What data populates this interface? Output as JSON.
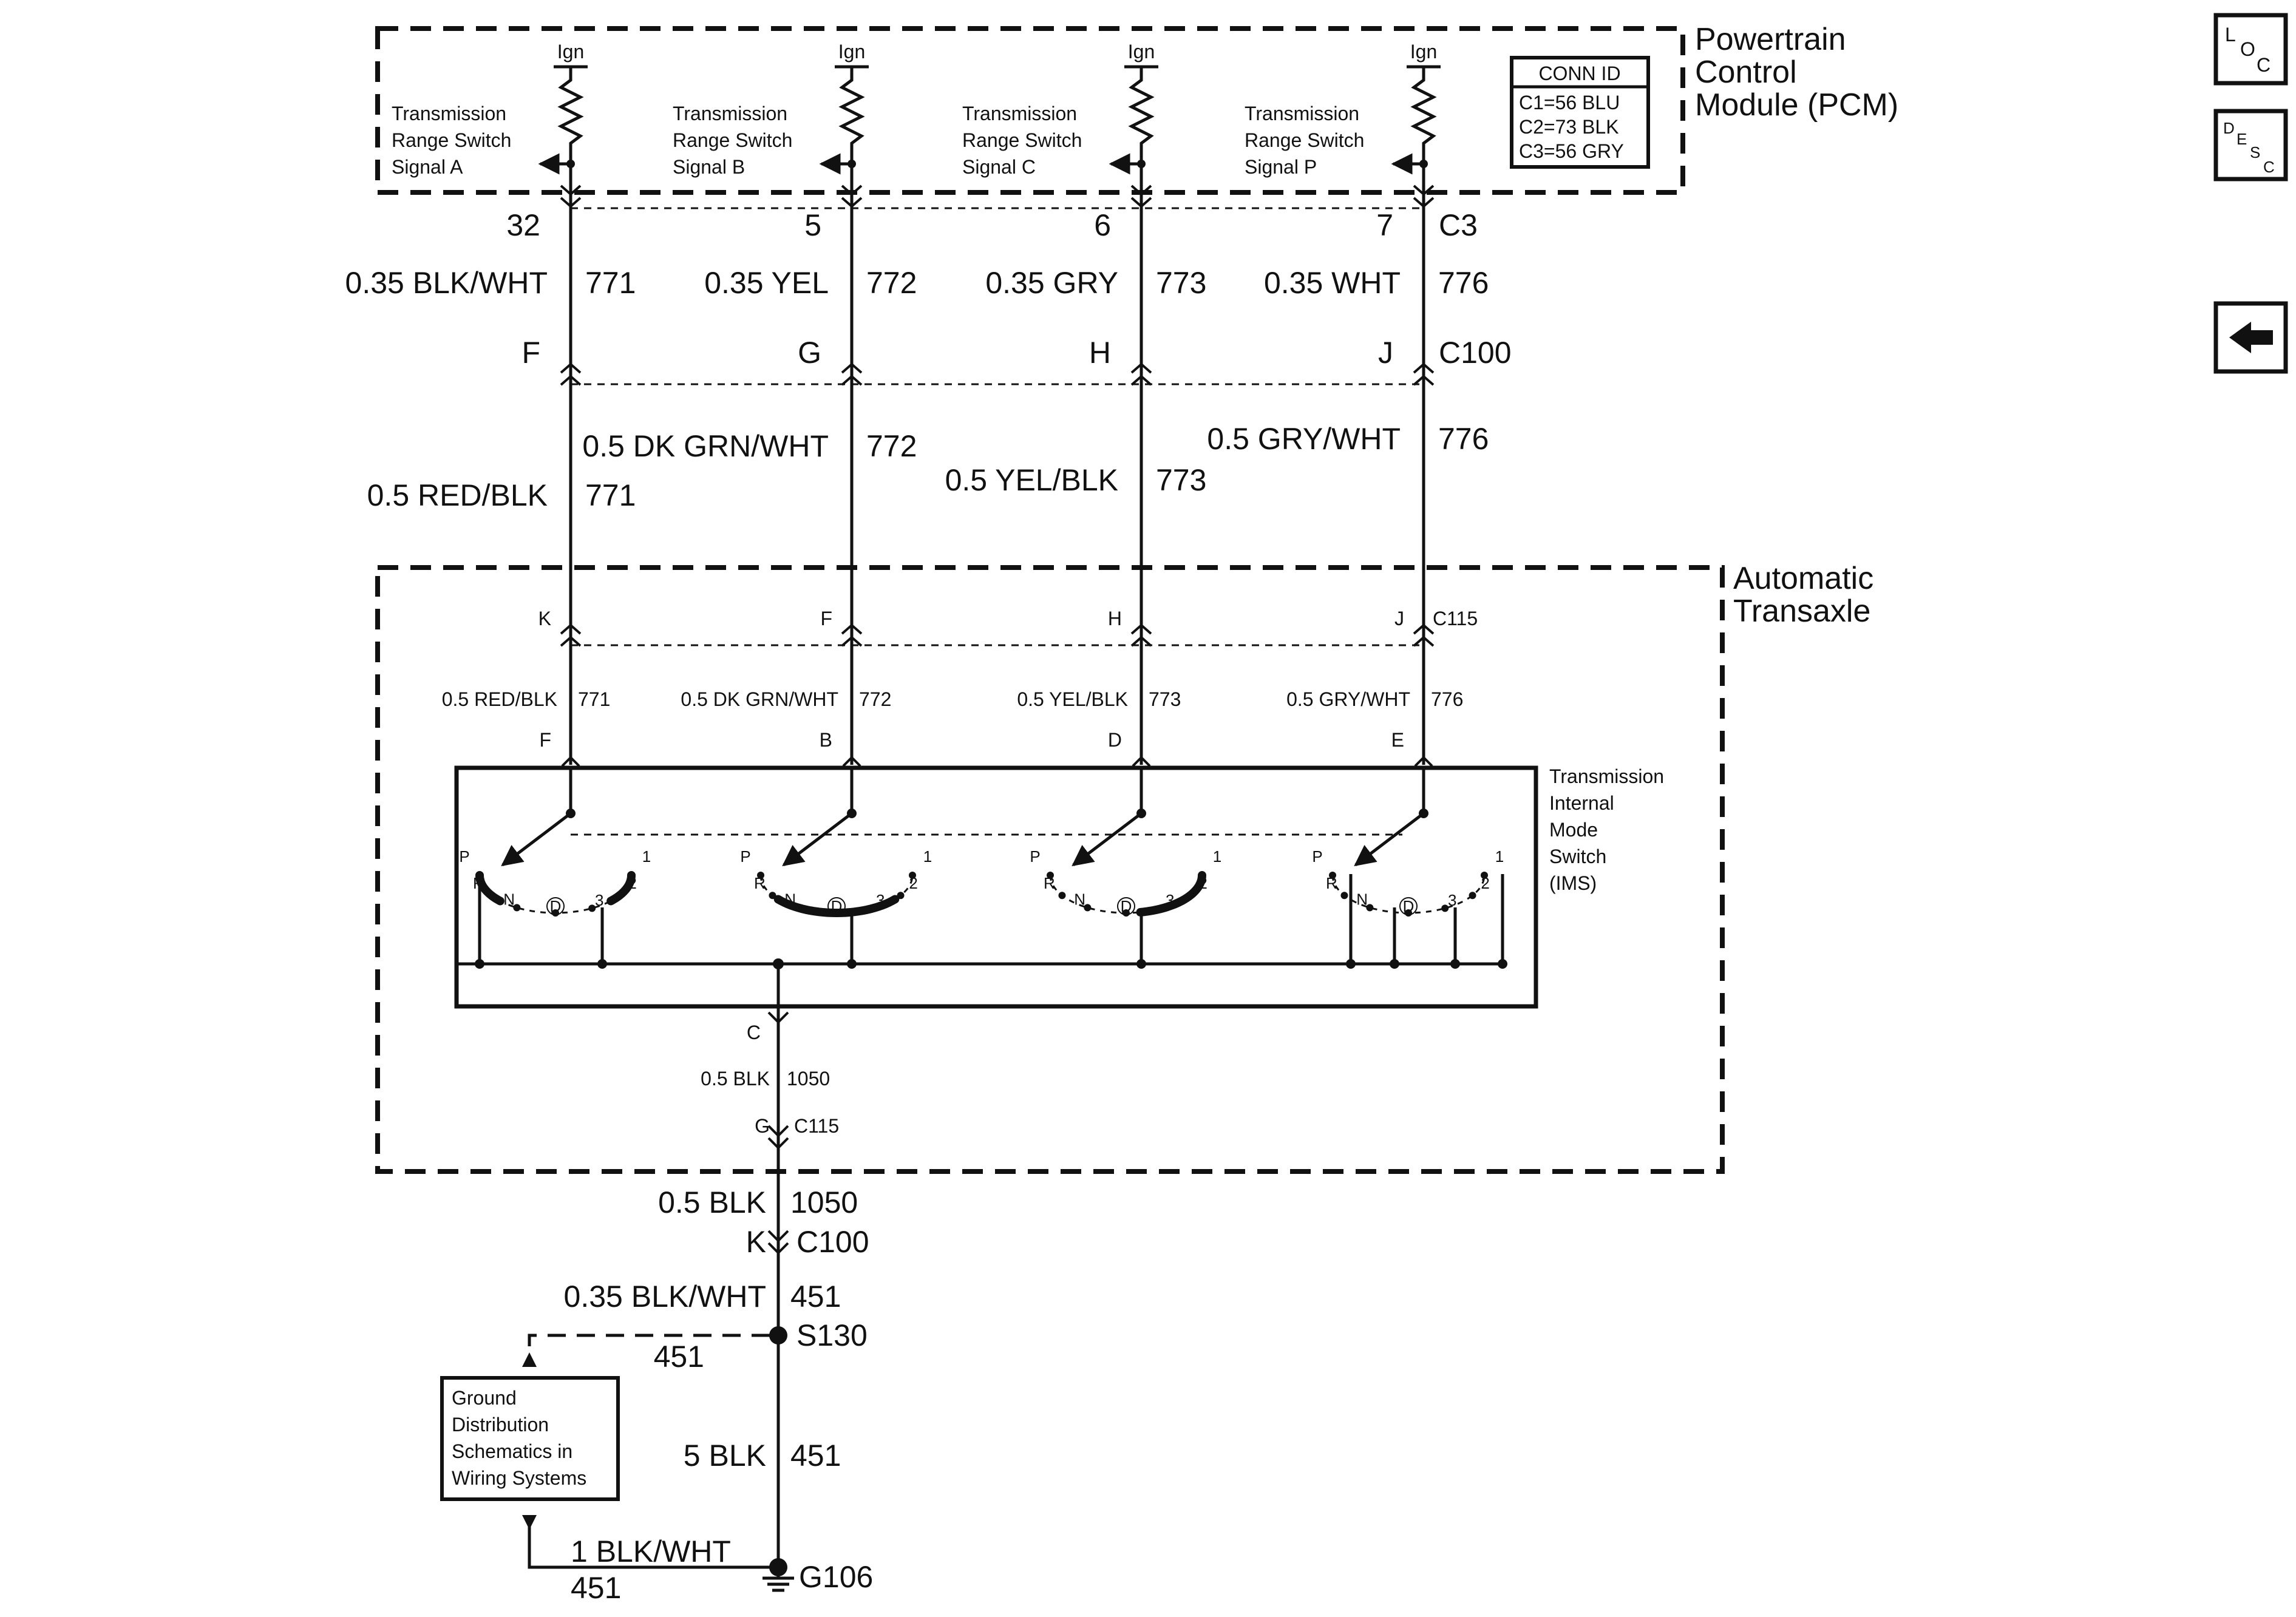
{
  "pcm": {
    "title_lines": [
      "Powertrain",
      "Control",
      "Module (PCM)"
    ],
    "ign_label": "Ign",
    "conn_id": {
      "title": "CONN ID",
      "lines": [
        "C1=56 BLU",
        "C2=73 BLK",
        "C3=56 GRY"
      ]
    }
  },
  "transaxle": {
    "title_lines": [
      "Automatic",
      "Transaxle"
    ]
  },
  "ims": {
    "title_lines": [
      "Transmission",
      "Internal",
      "Mode",
      "Switch",
      "(IMS)"
    ]
  },
  "switch_positions": [
    "P",
    "R",
    "N",
    "D",
    "3",
    "2",
    "1"
  ],
  "circuits": [
    {
      "signal_lines": [
        "Transmission",
        "Range Switch",
        "Signal A"
      ],
      "pcm_pin": "32",
      "upper_wire": "0.35 BLK/WHT",
      "circuit": "771",
      "c100_pin": "F",
      "mid_wire": "0.5 RED/BLK",
      "c115_pin": "K",
      "lower_wire": "0.5 RED/BLK",
      "ims_pin": "F"
    },
    {
      "signal_lines": [
        "Transmission",
        "Range Switch",
        "Signal B"
      ],
      "pcm_pin": "5",
      "upper_wire": "0.35 YEL",
      "circuit": "772",
      "c100_pin": "G",
      "mid_wire": "0.5 DK GRN/WHT",
      "c115_pin": "F",
      "lower_wire": "0.5 DK GRN/WHT",
      "ims_pin": "B"
    },
    {
      "signal_lines": [
        "Transmission",
        "Range Switch",
        "Signal C"
      ],
      "pcm_pin": "6",
      "upper_wire": "0.35 GRY",
      "circuit": "773",
      "c100_pin": "H",
      "mid_wire": "0.5 YEL/BLK",
      "c115_pin": "H",
      "lower_wire": "0.5 YEL/BLK",
      "ims_pin": "D"
    },
    {
      "signal_lines": [
        "Transmission",
        "Range Switch",
        "Signal P"
      ],
      "pcm_pin": "7",
      "upper_wire": "0.35 WHT",
      "circuit": "776",
      "c100_pin": "J",
      "mid_wire": "0.5 GRY/WHT",
      "c115_pin": "J",
      "lower_wire": "0.5 GRY/WHT",
      "ims_pin": "E"
    }
  ],
  "connectors": {
    "c3": "C3",
    "c100": "C100",
    "c115": "C115"
  },
  "ground": {
    "ims_pin": "C",
    "inner_wire": "0.5 BLK",
    "inner_circuit": "1050",
    "c115_pin": "G",
    "c115": "C115",
    "outer_wire": "0.5 BLK",
    "outer_circuit": "1050",
    "c100_pin": "K",
    "c100": "C100",
    "splice_wire": "0.35 BLK/WHT",
    "splice_circuit": "451",
    "splice": "S130",
    "branch_circuit": "451",
    "main_wire": "5 BLK",
    "main_circuit": "451",
    "return_wire": "1 BLK/WHT",
    "return_circuit": "451",
    "ground_point": "G106",
    "ref_box_lines": [
      "Ground",
      "Distribution",
      "Schematics in",
      "Wiring Systems"
    ]
  },
  "nav": {
    "loc": [
      "L",
      "O",
      "C"
    ],
    "desc": [
      "D",
      "E",
      "S",
      "C"
    ],
    "back_icon": "left-arrow-icon"
  }
}
